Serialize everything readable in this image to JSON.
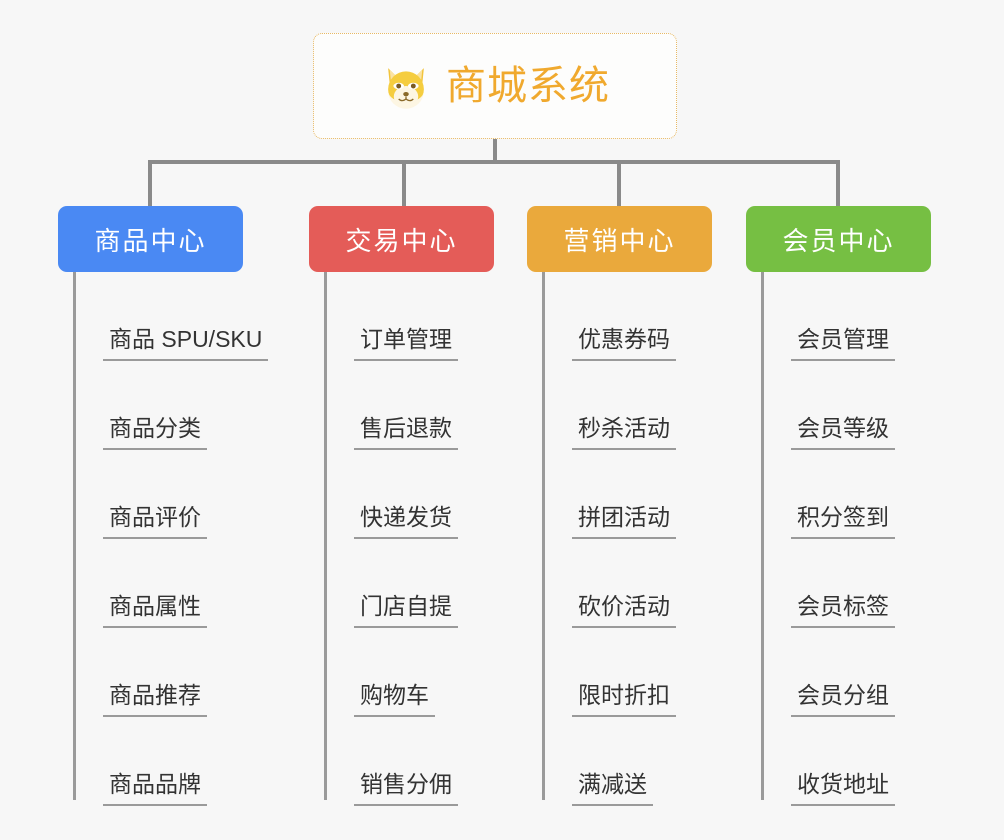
{
  "background_color": "#f7f7f7",
  "root": {
    "title": "商城系统",
    "icon": "shiba-dog-face-emoji",
    "text_color": "#f0a92e",
    "border_color": "#e8b964",
    "background_color": "#fdfdfc"
  },
  "connector_color": "#8a8a8a",
  "leaf_line_color": "#9a9a9a",
  "leaf_text_color": "#333333",
  "branches": [
    {
      "label": "商品中心",
      "color": "#4a89f3",
      "items": [
        "商品 SPU/SKU",
        "商品分类",
        "商品评价",
        "商品属性",
        "商品推荐",
        "商品品牌"
      ]
    },
    {
      "label": "交易中心",
      "color": "#e45c58",
      "items": [
        "订单管理",
        "售后退款",
        "快递发货",
        "门店自提",
        "购物车",
        "销售分佣"
      ]
    },
    {
      "label": "营销中心",
      "color": "#eaa93c",
      "items": [
        "优惠券码",
        "秒杀活动",
        "拼团活动",
        "砍价活动",
        "限时折扣",
        "满减送"
      ]
    },
    {
      "label": "会员中心",
      "color": "#76bf43",
      "items": [
        "会员管理",
        "会员等级",
        "积分签到",
        "会员标签",
        "会员分组",
        "收货地址"
      ]
    }
  ]
}
